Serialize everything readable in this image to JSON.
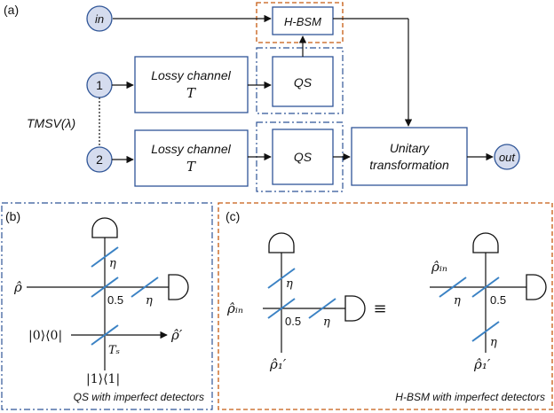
{
  "panels": {
    "a": "(a)",
    "b": "(b)",
    "c": "(c)"
  },
  "panel_a": {
    "node_in": "in",
    "node_1": "1",
    "node_2": "2",
    "node_out": "out",
    "source_label": "TMSV(λ)",
    "hbsm": "H-BSM",
    "lossy_top_line1": "Lossy channel",
    "lossy_top_line2": "T",
    "lossy_bot_line1": "Lossy channel",
    "lossy_bot_line2": "T",
    "qs_top": "QS",
    "qs_bot": "QS",
    "unitary_line1": "Unitary",
    "unitary_line2": "transformation"
  },
  "panel_b": {
    "rho_in": "ρ̂",
    "ket0": "|0⟩⟨0|",
    "ket1": "|1⟩⟨1|",
    "rho_out": "ρ̂′",
    "bs_ratio": "0.5",
    "eta_top": "η",
    "eta_right": "η",
    "ts": "Tₛ",
    "caption": "QS with imperfect detectors"
  },
  "panel_c": {
    "left_rho_in": "ρ̂ᵢₙ",
    "left_rho1": "ρ̂₁′",
    "left_bs": "0.5",
    "left_eta_top": "η",
    "left_eta_right": "η",
    "equiv": "≡",
    "right_rho_in": "ρ̂ᵢₙ",
    "right_rho1": "ρ̂₁′",
    "right_bs": "0.5",
    "right_eta_left": "η",
    "right_eta_bottom": "η",
    "caption": "H-BSM with imperfect detectors"
  },
  "colors": {
    "box_border": "#2f5597",
    "node_fill": "#d5dcee",
    "dashdot_blue": "#2f5597",
    "dashed_orange": "#c55a11",
    "beamsplitter": "#3b82c4"
  }
}
